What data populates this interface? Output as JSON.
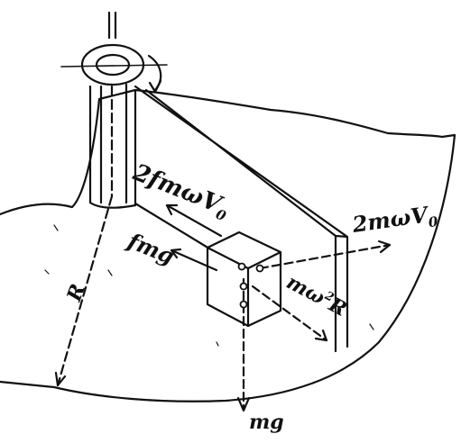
{
  "labels": {
    "coriolis_friction": "2fmωV",
    "coriolis_friction_sub": "0",
    "friction": "fmg",
    "coriolis_force": "2mωV",
    "coriolis_force_sub": "0",
    "centrifugal": "mω",
    "centrifugal_sup": "2",
    "centrifugal_tail": "R",
    "radius": "R",
    "weight": "mg"
  },
  "colors": {
    "ink": "#111111",
    "background": "#ffffff"
  }
}
